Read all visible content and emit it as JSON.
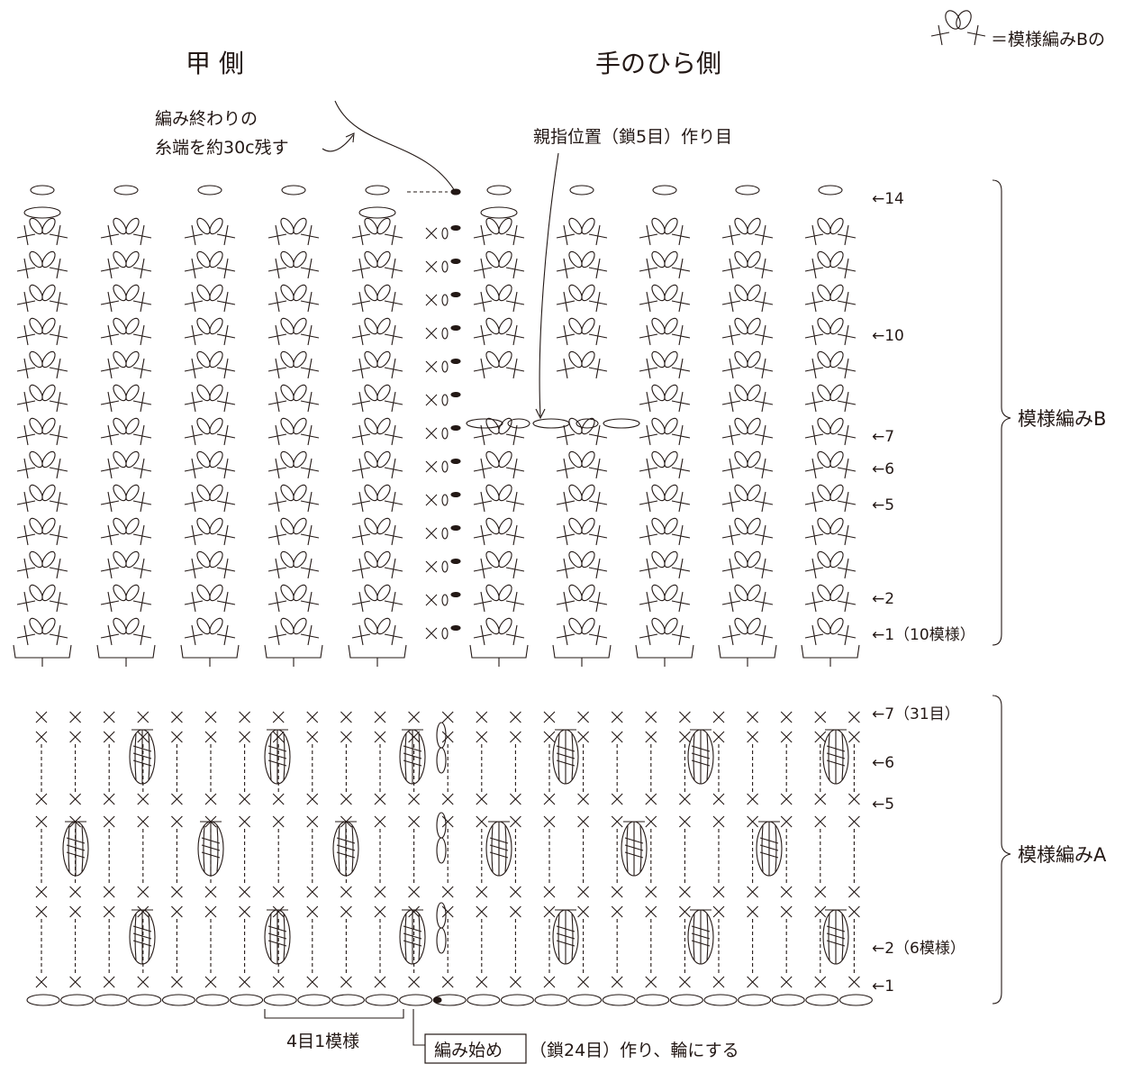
{
  "legend": {
    "text": "＝模様編みBの"
  },
  "headers": {
    "back_side": "甲 側",
    "palm_side": "手のひら側"
  },
  "notes": {
    "end_line1": "編み終わりの",
    "end_line2": "糸端を約30c残す",
    "thumb": "親指位置（鎖5目）作り目",
    "pattern_repeat": "4目1模様",
    "start_box": "編み始め",
    "start_rest": "（鎖24目）作り、輪にする"
  },
  "sections": {
    "pattern_b": "模様編みB",
    "pattern_a": "模様編みA"
  },
  "rows_b": [
    {
      "label": "←14"
    },
    {
      "label": "←10"
    },
    {
      "label": "←7"
    },
    {
      "label": "←6"
    },
    {
      "label": "←5"
    },
    {
      "label": "←2"
    },
    {
      "label": "←1（10模様）"
    }
  ],
  "rows_a": [
    {
      "label": "←7（31目）"
    },
    {
      "label": "←6"
    },
    {
      "label": "←5"
    },
    {
      "label": "←2（6模様）"
    },
    {
      "label": "←1"
    }
  ],
  "colors": {
    "ink": "#231815"
  }
}
